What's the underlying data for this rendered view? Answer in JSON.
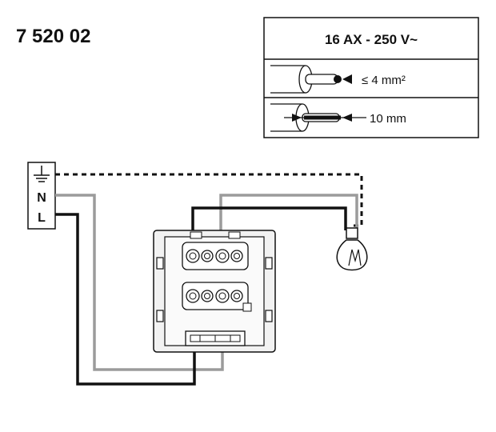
{
  "product_ref": "7 520 02",
  "specs": {
    "rating": "16 AX - 250 V~",
    "wire_section": "≤ 4 mm²",
    "strip_length": "10 mm"
  },
  "terminals": {
    "neutral": "N",
    "line": "L"
  },
  "icons": [
    "earth-icon",
    "lamp-icon",
    "cable-icon"
  ],
  "colors": {
    "ink": "#111111",
    "grey_wire": "#9b9b9b",
    "black_wire": "#111111",
    "device_fill": "#f2f2f2"
  }
}
